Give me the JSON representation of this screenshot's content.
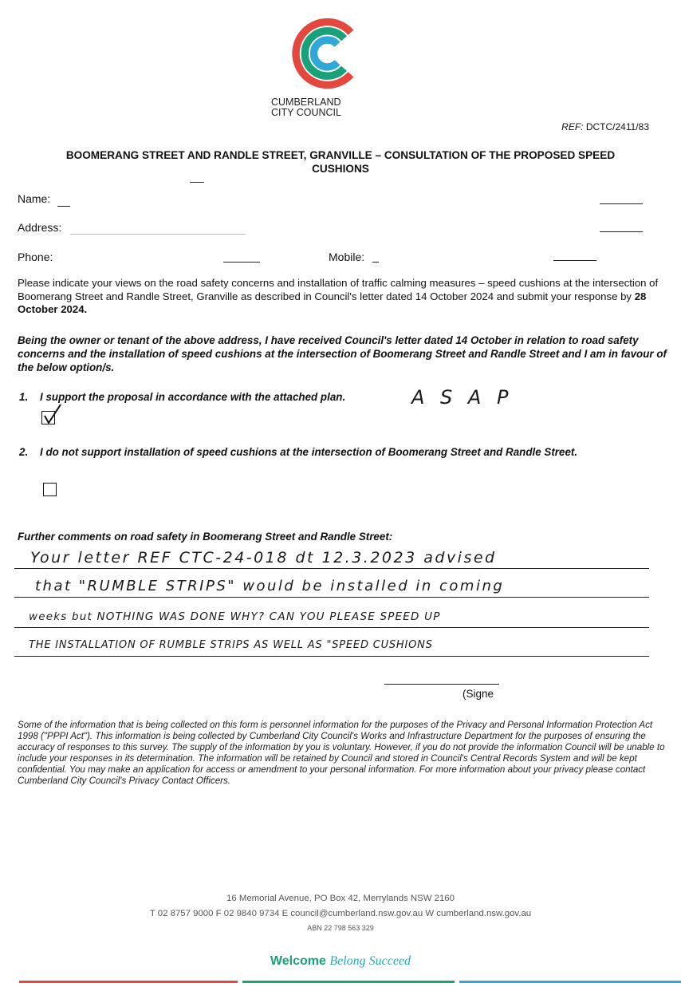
{
  "org": {
    "line1": "CUMBERLAND",
    "line2": "CITY COUNCIL"
  },
  "ref": {
    "label": "REF:",
    "value": "DCTC/2411/83"
  },
  "title": "BOOMERANG STREET AND RANDLE STREET, GRANVILLE – CONSULTATION OF THE PROPOSED SPEED CUSHIONS",
  "fields": {
    "name": "Name:",
    "address": "Address:",
    "phone": "Phone:",
    "mobile": "Mobile:"
  },
  "instructions": {
    "text": "Please indicate your views on the road safety concerns and installation of traffic calming measures – speed cushions at the intersection of Boomerang Street and Randle Street, Granville as described in Council's letter dated 14 October 2024 and submit your response by",
    "deadline": "28 October 2024."
  },
  "declaration": "Being the owner or tenant of the above address, I have received Council's letter dated 14 October in relation to road safety concerns and the installation of speed cushions at the intersection of Boomerang Street and Randle Street and I am in favour of the below option/s.",
  "options": [
    {
      "number": "1.",
      "text": "I support the proposal in accordance with the attached plan.",
      "checked": true,
      "handwritten": "A S A P"
    },
    {
      "number": "2.",
      "text": "I do not support installation of speed cushions at the intersection of Boomerang Street and Randle Street.",
      "checked": false
    }
  ],
  "comments": {
    "label": "Further comments on road safety in Boomerang Street and Randle Street:",
    "lines": [
      "Your letter REF CTC-24-018 dt 12.3.2023 advised",
      "that \"RUMBLE STRIPS\" would be installed in coming",
      "weeks but NOTHING WAS DONE WHY? CAN YOU PLEASE SPEED UP",
      "THE INSTALLATION OF RUMBLE STRIPS AS WELL AS \"SPEED CUSHIONS"
    ]
  },
  "signature_label": "(Signe",
  "privacy_notice": "Some of the information that is being collected on this form is personnel information for the purposes of the Privacy and Personal Information Protection Act 1998 (\"PPPI Act\"). This information is being collected by Cumberland City Council's Works and Infrastructure Department for the purposes of ensuring the accuracy of responses to this survey. The supply of the information by you is voluntary. However, if you do not provide the information Council will be unable to include your responses in its determination. The information will be retained by Council and stored in Council's Central Records System and will be kept confidential. You may make an application for access or amendment to your personal information. For more information about your privacy please contact Cumberland City Council's Privacy Contact Officers.",
  "footer": {
    "address": "16 Memorial Avenue, PO Box 42, Merrylands NSW 2160",
    "contacts": "T 02 8757 9000   F 02 9840 9734   E council@cumberland.nsw.gov.au   W cumberland.nsw.gov.au",
    "abn": "ABN 22 798 563 329",
    "slogan_welcome": "Welcome",
    "slogan_rest": "Belong Succeed"
  },
  "colors": {
    "red": "#e4473d",
    "teal": "#1aa17a",
    "blue": "#2fa8d8"
  }
}
